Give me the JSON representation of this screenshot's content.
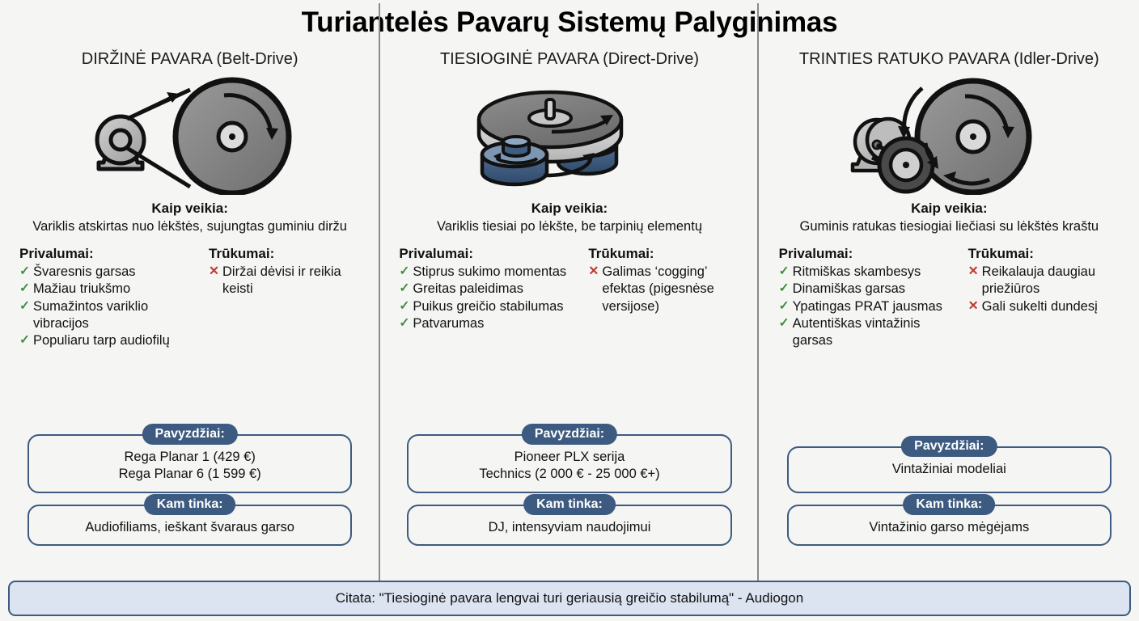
{
  "title": "Turiantelės Pavarų Sistemų Palyginimas",
  "colors": {
    "accent_navy": "#3d5a80",
    "check_green": "#3f8c3f",
    "cross_red": "#bb3b2e",
    "citation_fill": "#dce4f1",
    "background": "#f5f5f3",
    "divider": "#8a8a8a"
  },
  "labels": {
    "howto_title": "Kaip veikia:",
    "pros_title": "Privalumai:",
    "cons_title": "Trūkumai:",
    "examples_badge": "Pavyzdžiai:",
    "suited_badge": "Kam tinka:",
    "check_mark": "✓",
    "cross_mark": "✕"
  },
  "columns": [
    {
      "header": "DIRŽINĖ PAVARA (Belt-Drive)",
      "diagram_name": "belt-drive-diagram",
      "howto": "Variklis atskirtas nuo lėkštės, sujungtas guminiu diržu",
      "pros": [
        "Švaresnis garsas",
        "Mažiau triukšmo",
        "Sumažintos variklio vibracijos",
        "Populiaru tarp audiofilų"
      ],
      "cons": [
        "Diržai dėvisi ir reikia keisti"
      ],
      "examples": [
        "Rega Planar 1 (429 €)",
        "Rega Planar 6 (1 599 €)"
      ],
      "suited": [
        "Audiofiliams, ieškant švaraus garso"
      ]
    },
    {
      "header": "TIESIOGINĖ PAVARA (Direct-Drive)",
      "diagram_name": "direct-drive-diagram",
      "howto": "Variklis tiesiai po lėkšte, be tarpinių elementų",
      "pros": [
        "Stiprus sukimo momentas",
        "Greitas paleidimas",
        "Puikus greičio stabilumas",
        "Patvarumas"
      ],
      "cons": [
        "Galimas ‘cogging’ efektas (pigesnėse versijose)"
      ],
      "examples": [
        "Pioneer PLX serija",
        "Technics (2 000 € - 25 000 €+)"
      ],
      "suited": [
        "DJ, intensyviam naudojimui"
      ]
    },
    {
      "header": "TRINTIES RATUKO PAVARA (Idler-Drive)",
      "diagram_name": "idler-drive-diagram",
      "howto": "Guminis ratukas tiesiogiai liečiasi su lėkštės kraštu",
      "pros": [
        "Ritmiškas skambesys",
        "Dinamiškas garsas",
        "Ypatingas PRAT jausmas",
        "Autentiškas vintažinis garsas"
      ],
      "cons": [
        "Reikalauja daugiau priežiūros",
        "Gali sukelti dundesį"
      ],
      "examples": [
        "Vintažiniai modeliai"
      ],
      "suited": [
        "Vintažinio garso mėgėjams"
      ]
    }
  ],
  "citation": "Citata: \"Tiesioginė pavara lengvai turi geriausią greičio stabilumą\" - Audiogon"
}
